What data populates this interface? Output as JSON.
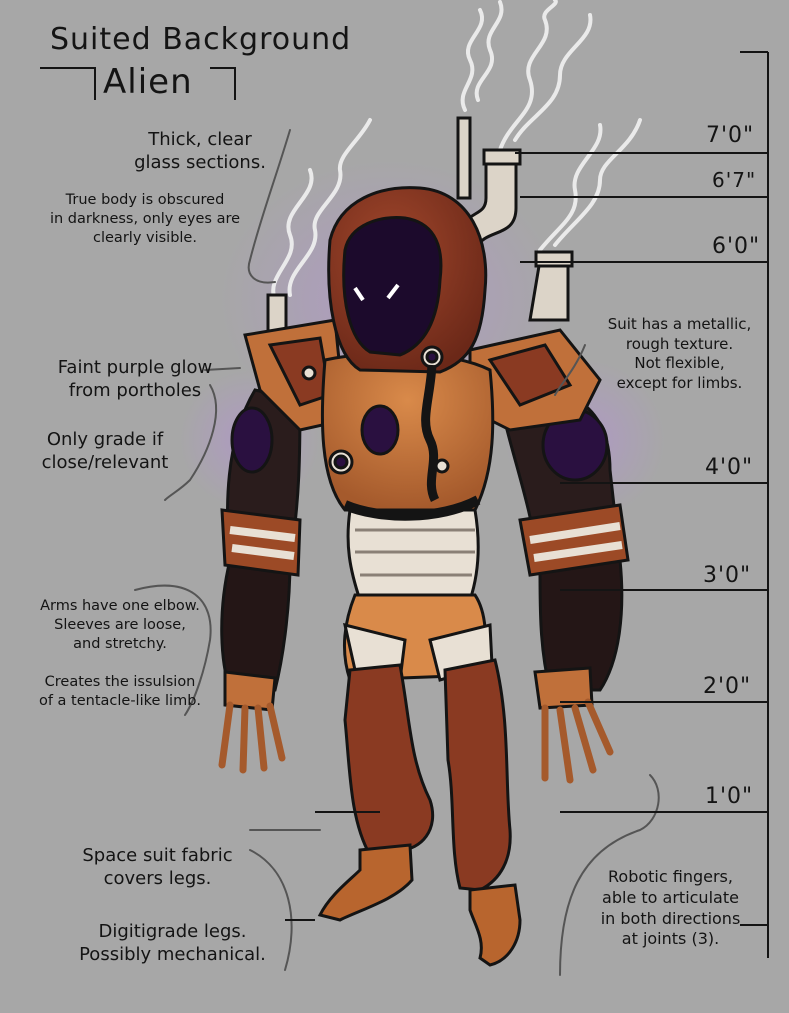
{
  "title": {
    "line1": "Suited Background",
    "line2": "Alien"
  },
  "notes_left": {
    "glass": "Thick, clear\nglass sections.",
    "body": "True body is obscured\nin darkness, only eyes are\nclearly visible.",
    "glow": "Faint purple glow\nfrom portholes",
    "grade": "Only grade if\nclose/relevant",
    "arms": "Arms have one elbow.\nSleeves are loose,\nand stretchy.",
    "illusion": "Creates the issulsion\nof a tentacle-like limb.",
    "fabric": "Space suit fabric\ncovers legs.",
    "legs": "Digitigrade legs.\nPossibly mechanical."
  },
  "notes_right": {
    "suit": "Suit has a metallic,\nrough texture.\nNot flexible,\nexcept for limbs.",
    "fingers": "Robotic fingers,\nable to articulate\nin both directions\nat joints (3)."
  },
  "height_scale": {
    "labels": [
      "7'0\"",
      "6'7\"",
      "6'0\"",
      "4'0\"",
      "3'0\"",
      "2'0\"",
      "1'0\""
    ]
  },
  "colors": {
    "background": "#a7a7a7",
    "ink": "#141414",
    "suit_rust": "#8a3a22",
    "suit_orange": "#c0703a",
    "dark_sleeve": "#2a1c1c",
    "portholes": "#2a1040",
    "glow": "#b58fd9",
    "pipes": "#dcd4c8"
  }
}
